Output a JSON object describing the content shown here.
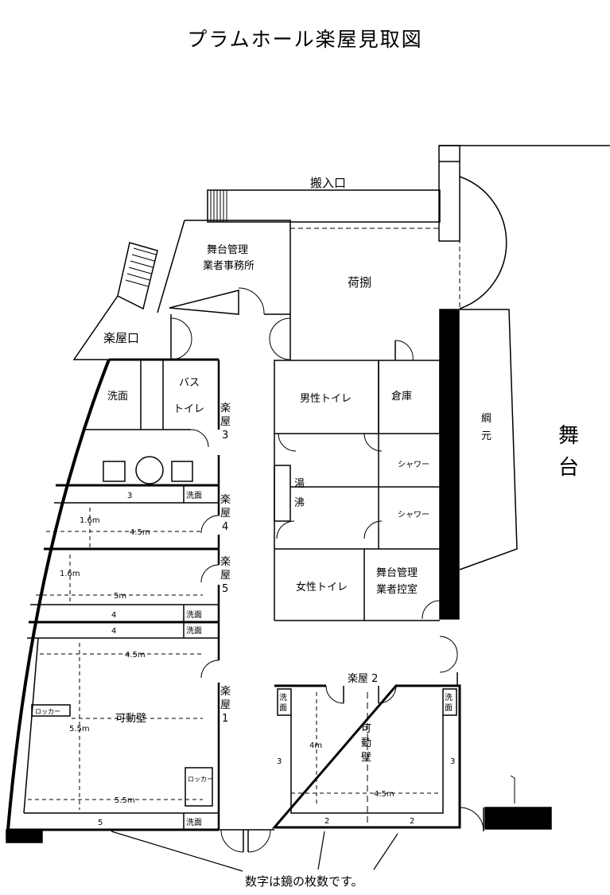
{
  "title": "プラムホール楽屋見取図",
  "labels": {
    "hanyu_guchi": "搬入口",
    "nidana": "荷捌",
    "butai_office": "舞台管理\n業者事務所",
    "gakuya_guchi": "楽屋口",
    "senmen": "洗面",
    "bath_toilet_1": "バス",
    "bath_toilet_2": "トイレ",
    "men_toilet": "男性トイレ",
    "souko": "倉庫",
    "yuwakashi_1": "湯",
    "yuwakashi_2": "沸",
    "shower": "シャワー",
    "women_toilet": "女性トイレ",
    "butai_control_1": "舞台管理",
    "butai_control_2": "業者控室",
    "tsunamoto_1": "綱",
    "tsunamoto_2": "元",
    "butai_1": "舞",
    "butai_2": "台",
    "kadouheki": "可動壁",
    "kadouheki_v": [
      "可",
      "動",
      "壁"
    ],
    "locker": "ロッカー",
    "room3": [
      "楽",
      "屋",
      "3"
    ],
    "room4": [
      "楽",
      "屋",
      "4"
    ],
    "room5": [
      "楽",
      "屋",
      "5"
    ],
    "room1": [
      "楽",
      "屋",
      "1"
    ],
    "room2": "楽屋 2",
    "note": "数字は鏡の枚数です。"
  },
  "dimensions": {
    "d_1_6m": "1.6m",
    "d_4_5m": "4.5m",
    "d_5m": "5m",
    "d_5_5m": "5.5m",
    "d_4m": "4m"
  },
  "mirrors": {
    "m3": "3",
    "m4": "4",
    "m5": "5",
    "m2": "2"
  }
}
